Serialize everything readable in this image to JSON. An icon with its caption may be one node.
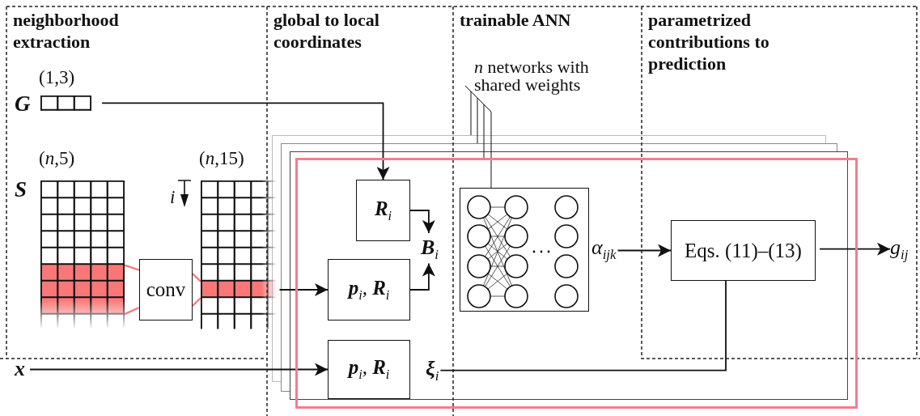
{
  "diagram": {
    "nodes": [
      {
        "text": [],
        "shape": "grid",
        "beside": [
          "G",
          "(1,3)"
        ]
      },
      {
        "text": [],
        "shape": "grid",
        "beside": [
          "S",
          "(*n*,5)"
        ]
      },
      {
        "text": [
          "conv"
        ]
      },
      {
        "text": [],
        "shape": "grid",
        "beside": [
          "(*n*,15)"
        ]
      },
      {
        "text": [
          "x"
        ]
      },
      {
        "text": [],
        "shape": "box"
      },
      {
        "text": [
          "**R**$_{i}$"
        ],
        "in": 5
      },
      {
        "text": [
          "**p**$_{i}$, **R**$_{i}$"
        ],
        "in": 5
      },
      {
        "text": [
          "**p**$_{i}$, **R**$_{i}$"
        ],
        "in": 5
      },
      {
        "text": [
          "**B**$_{i}$"
        ],
        "in": 5
      },
      {
        "text": [],
        "shape": "picture",
        "in": 5
      },
      {
        "text": [
          "*n* networks with shared weights"
        ]
      },
      {
        "text": [
          "α$_{ijk}$"
        ],
        "in": 5
      },
      {
        "text": [
          "Eqs. (11)–(13)"
        ],
        "in": 5
      },
      {
        "text": [
          "g$_{ij}$"
        ]
      },
      {
        "text": [
          "**ξ**$_{i}$"
        ],
        "in": 5
      }
    ],
    "edges": [
      {
        "from": 0,
        "to": 6,
        "arrow": "to"
      },
      {
        "from": 1,
        "to": 2,
        "arrow": "none",
        "color": "#f47c7c"
      },
      {
        "from": 2,
        "to": 3,
        "arrow": "none",
        "color": "#f47c7c"
      },
      {
        "from": 3,
        "to": 7,
        "arrow": "to"
      },
      {
        "from": 4,
        "to": 8,
        "arrow": "to"
      },
      {
        "from": 6,
        "to": 9,
        "arrow": "to"
      },
      {
        "from": 7,
        "to": 9,
        "arrow": "to"
      },
      {
        "from": 12,
        "to": 13,
        "arrow": "to"
      },
      {
        "from": 13,
        "to": 14,
        "arrow": "to"
      },
      {
        "from": 15,
        "to": 13,
        "arrow": "to"
      },
      {
        "from": 11,
        "to": 10,
        "arrow": "none"
      },
      {
        "from": 11,
        "to": null,
        "arrow": "none"
      },
      {
        "from": 11,
        "to": null,
        "arrow": "none"
      },
      {
        "from": 11,
        "to": 5,
        "arrow": "none"
      }
    ],
    "labels": [
      "neighborhood extraction",
      "global to local coordinates",
      "trainable ANN",
      "parametrized contributions to prediction",
      "i"
    ]
  }
}
